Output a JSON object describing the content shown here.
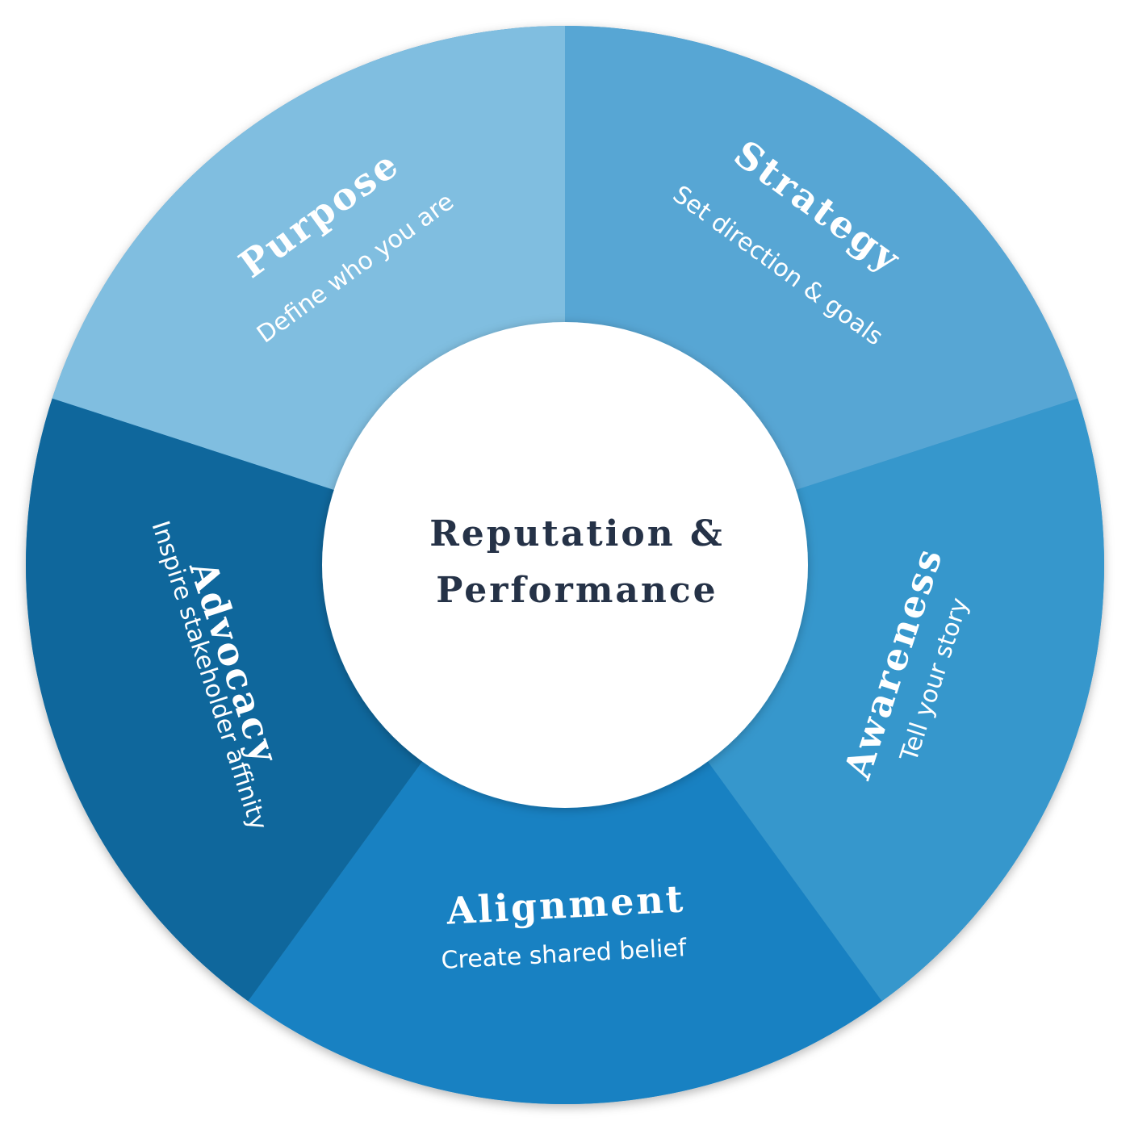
{
  "center": {
    "line1": "Reputation &",
    "line2": "Performance",
    "text_color": "#253247"
  },
  "segments": [
    {
      "title": "Strategy",
      "subtitle": "Set direction & goals",
      "color": "#57a6d4"
    },
    {
      "title": "Awareness",
      "subtitle": "Tell your story",
      "color": "#3697cc"
    },
    {
      "title": "Alignment",
      "subtitle": "Create shared belief",
      "color": "#1881c2"
    },
    {
      "title": "Advocacy",
      "subtitle": "Inspire stakeholder affinity",
      "color": "#0f679c"
    },
    {
      "title": "Purpose",
      "subtitle": "Define who you are",
      "color": "#80bee0"
    }
  ]
}
